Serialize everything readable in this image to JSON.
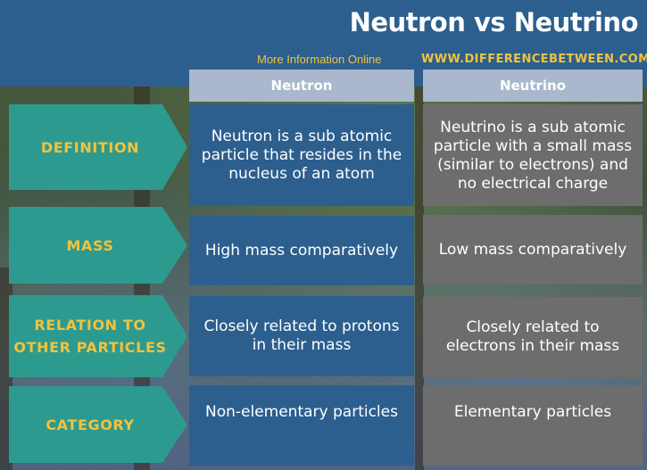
{
  "header": {
    "title": "Neutron vs Neutrino",
    "more_info": "More Information Online",
    "website": "WWW.DIFFERENCEBETWEEN.COM"
  },
  "columns": {
    "neutron": "Neutron",
    "neutrino": "Neutrino"
  },
  "rows": [
    {
      "label": "DEFINITION",
      "neutron": "Neutron is a sub atomic particle that resides in the nucleus of an atom",
      "neutrino": "Neutrino is a sub atomic particle with a small mass (similar to electrons) and no electrical charge"
    },
    {
      "label": "MASS",
      "neutron": "High mass comparatively",
      "neutrino": "Low mass comparatively"
    },
    {
      "label": "RELATION TO OTHER PARTICLES",
      "neutron": "Closely related to protons in their mass",
      "neutrino": "Closely related to electrons in their mass"
    },
    {
      "label": "CATEGORY",
      "neutron": "Non-elementary particles",
      "neutrino": "Elementary particles"
    }
  ],
  "colors": {
    "header_blue": "#2c5f8e",
    "label_teal": "#2d9a8f",
    "label_text": "#f2c23d",
    "neutrino_gray": "#6d6d6d",
    "column_header": "#a9b8cd"
  }
}
